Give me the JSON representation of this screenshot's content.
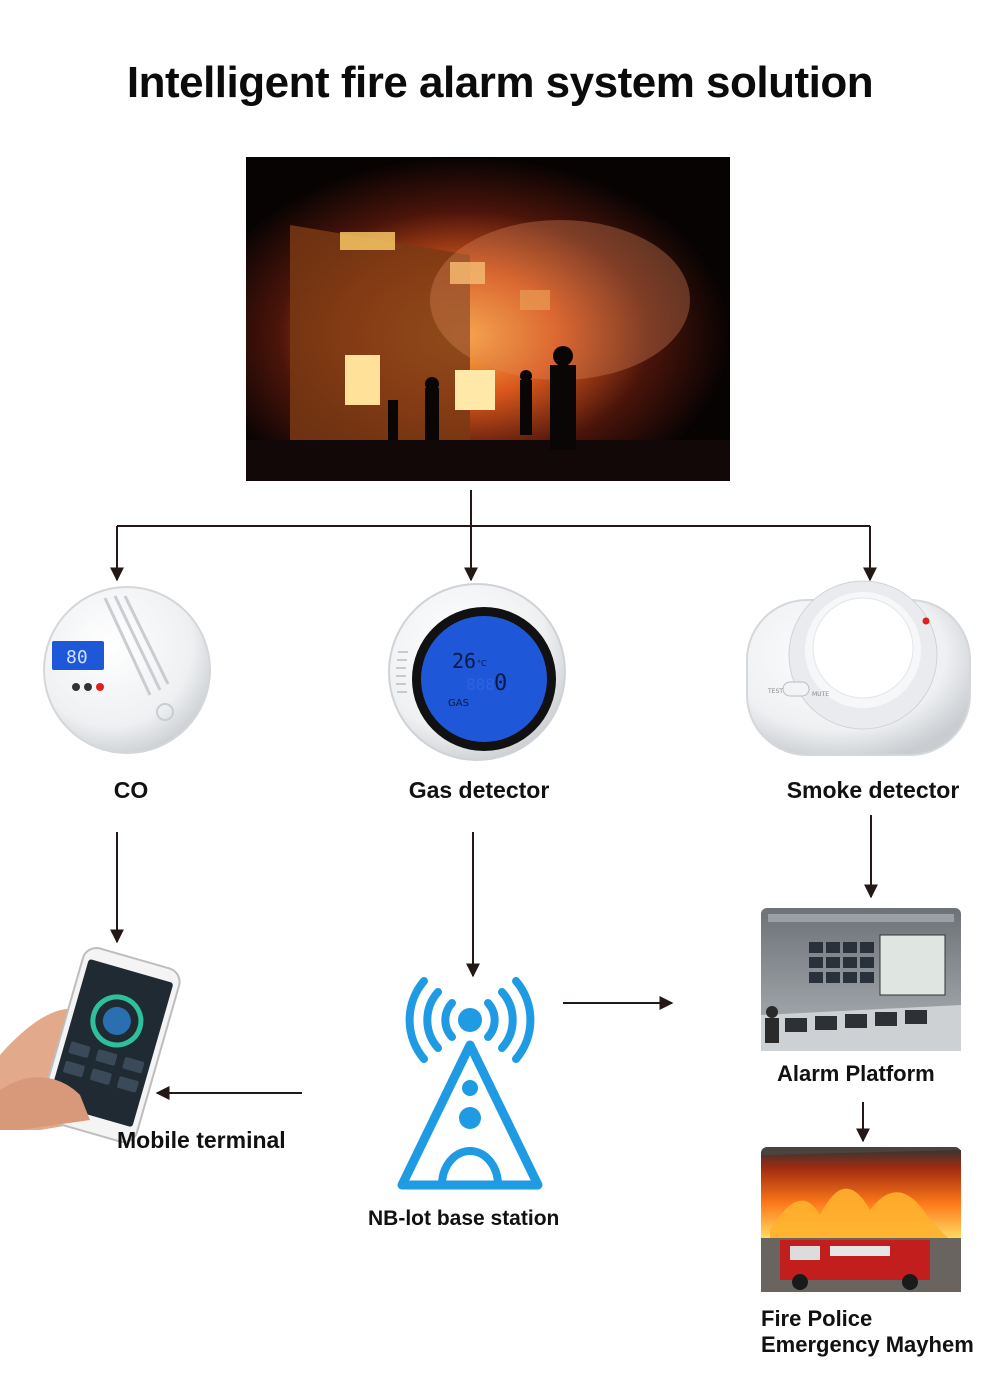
{
  "title": "Intelligent fire alarm system solution",
  "nodes": {
    "co": "CO",
    "gas": "Gas detector",
    "smoke": "Smoke detector",
    "mobile": "Mobile terminal",
    "base": "NB-lot base station",
    "platform": "Alarm Platform",
    "fire_line1": "Fire Police",
    "fire_line2": "Emergency Mayhem"
  },
  "device_screens": {
    "co_display": "80",
    "gas_temp": "26",
    "gas_temp_unit": "°C",
    "gas_value": "0",
    "gas_small": "888",
    "gas_label": "GAS",
    "smoke_test": "TEST",
    "smoke_mute": "MUTE"
  },
  "colors": {
    "arrow": "#231815",
    "tower": "#1e9be3",
    "lcd": "#1e57d8"
  }
}
